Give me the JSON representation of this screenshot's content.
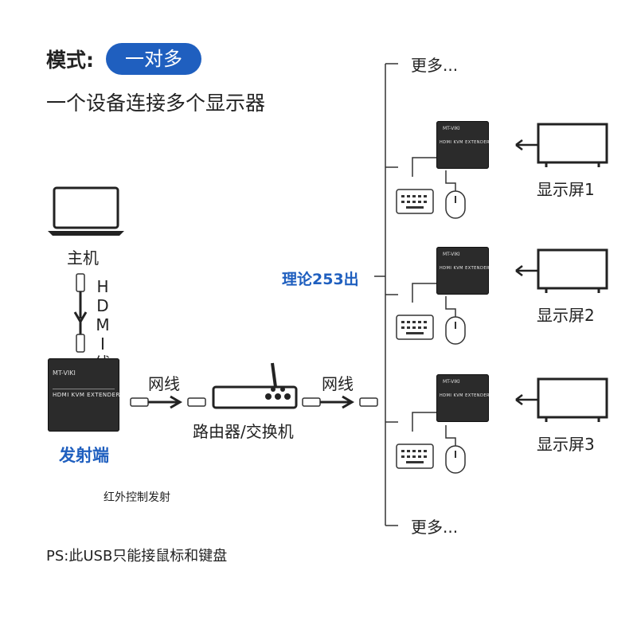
{
  "header": {
    "mode_label": "模式:",
    "mode_value": "一对多",
    "description": "一个设备连接多个显示器"
  },
  "host": {
    "label": "主机"
  },
  "hdmi": {
    "label_chars": [
      "H",
      "D",
      "M",
      "I",
      "线"
    ]
  },
  "transmitter": {
    "brand": "MT-VIKI",
    "model": "HDMI KVM EXTENDER",
    "label": "发射端",
    "ir_note": "红外控制发射"
  },
  "network": {
    "cable_left": "网线",
    "cable_right": "网线",
    "router_label": "路由器/交换机"
  },
  "receivers": {
    "capacity": "理论253出",
    "more_top": "更多...",
    "more_bottom": "更多...",
    "brand": "MT-VIKI",
    "model": "HDMI KVM EXTENDER",
    "displays": [
      "显示屏1",
      "显示屏2",
      "显示屏3"
    ]
  },
  "footnote": "PS:此USB只能接鼠标和键盘",
  "colors": {
    "accent": "#1f5fbf",
    "device": "#2b2b2b",
    "line": "#333333"
  }
}
